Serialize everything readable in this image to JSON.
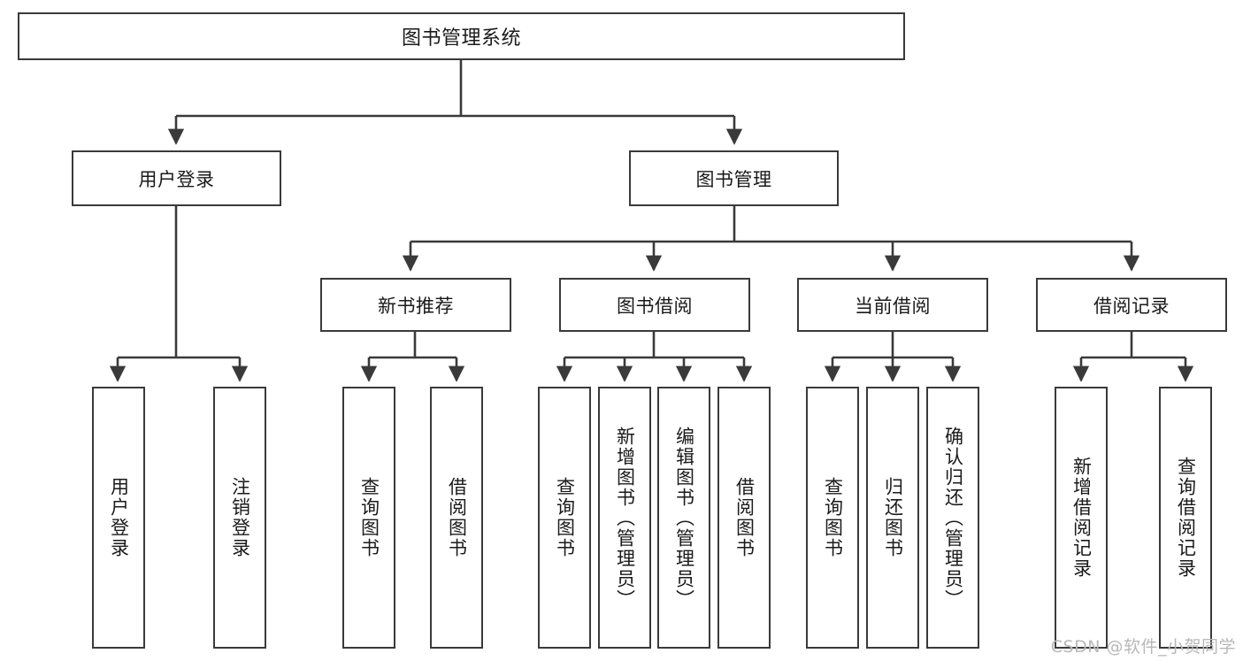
{
  "diagram": {
    "type": "tree-hierarchy",
    "title": "图书管理系统",
    "watermark": "CSDN @软件_小贺同学",
    "colors": {
      "box_border": "#3a3a3a",
      "line": "#3a3a3a",
      "background": "#ffffff",
      "text": "#1a1a1a",
      "watermark": "#b8b8b8"
    },
    "nodes": {
      "root": {
        "label": "图书管理系统"
      },
      "level1": [
        {
          "label": "用户登录"
        },
        {
          "label": "图书管理"
        }
      ],
      "level2": [
        {
          "label": "新书推荐"
        },
        {
          "label": "图书借阅"
        },
        {
          "label": "当前借阅"
        },
        {
          "label": "借阅记录"
        }
      ],
      "leaves": {
        "user_login": [
          {
            "label": "用户登录"
          },
          {
            "label": "注销登录"
          }
        ],
        "new_book": [
          {
            "label": "查询图书"
          },
          {
            "label": "借阅图书"
          }
        ],
        "book_borrow": [
          {
            "label": "查询图书"
          },
          {
            "label": "新增图书（管理员）"
          },
          {
            "label": "编辑图书（管理员）"
          },
          {
            "label": "借阅图书"
          }
        ],
        "current_borrow": [
          {
            "label": "查询图书"
          },
          {
            "label": "归还图书"
          },
          {
            "label": "确认归还（管理员）"
          }
        ],
        "borrow_record": [
          {
            "label": "新增借阅记录"
          },
          {
            "label": "查询借阅记录"
          }
        ]
      }
    }
  }
}
